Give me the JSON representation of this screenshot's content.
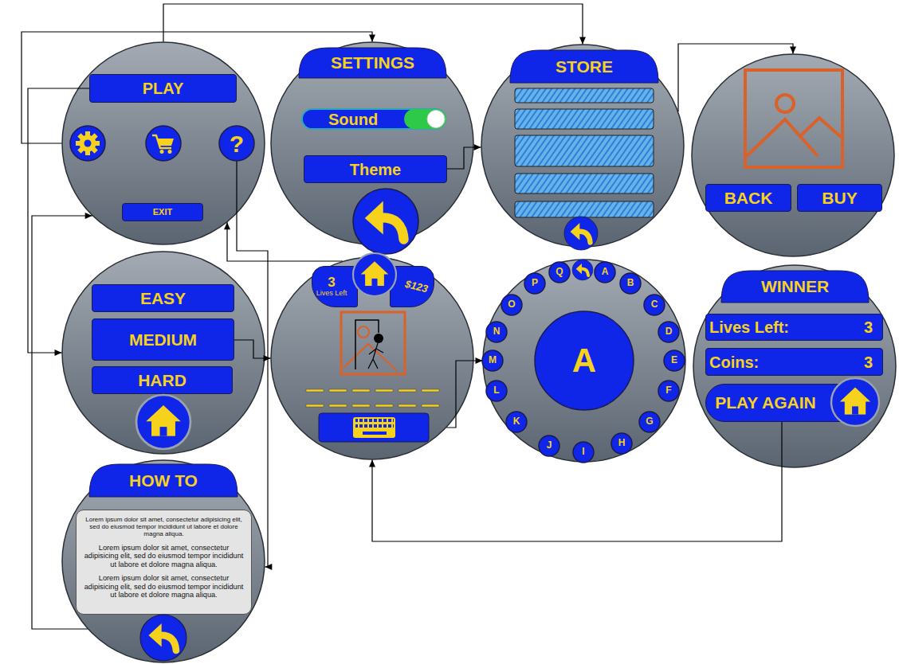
{
  "diagram": {
    "nodes": [
      {
        "text": []
      },
      {
        "text": [
          "PLAY"
        ],
        "in": 0
      },
      {
        "text": [
          "?"
        ],
        "in": 0
      },
      {
        "text": [
          "EXIT"
        ],
        "in": 0
      },
      {
        "text": [
          "SETTINGS"
        ]
      },
      {
        "text": [
          "Sound"
        ],
        "in": 4
      },
      {
        "text": [
          "Theme"
        ],
        "in": 4
      },
      {
        "text": [
          "STORE"
        ]
      },
      {
        "text": []
      },
      {
        "text": [
          "BACK"
        ],
        "in": 8
      },
      {
        "text": [
          "BUY"
        ],
        "in": 8
      },
      {
        "text": []
      },
      {
        "text": [
          "EASY"
        ],
        "in": 11
      },
      {
        "text": [
          "MEDIUM"
        ],
        "in": 11
      },
      {
        "text": [
          "HARD"
        ],
        "in": 11
      },
      {
        "text": []
      },
      {
        "text": [
          "3",
          "Lives Left"
        ],
        "in": 15
      },
      {
        "text": [
          "$123"
        ],
        "in": 15
      },
      {
        "text": []
      },
      {
        "text": [
          "A"
        ],
        "in": 18
      },
      {
        "text": [
          "A"
        ],
        "in": 18
      },
      {
        "text": [
          "B"
        ],
        "in": 18
      },
      {
        "text": [
          "C"
        ],
        "in": 18
      },
      {
        "text": [
          "D"
        ],
        "in": 18
      },
      {
        "text": [
          "E"
        ],
        "in": 18
      },
      {
        "text": [
          "F"
        ],
        "in": 18
      },
      {
        "text": [
          "G"
        ],
        "in": 18
      },
      {
        "text": [
          "H"
        ],
        "in": 18
      },
      {
        "text": [
          "I"
        ],
        "in": 18
      },
      {
        "text": [
          "J"
        ],
        "in": 18
      },
      {
        "text": [
          "K"
        ],
        "in": 18
      },
      {
        "text": [
          "L"
        ],
        "in": 18
      },
      {
        "text": [
          "M"
        ],
        "in": 18
      },
      {
        "text": [
          "N"
        ],
        "in": 18
      },
      {
        "text": [
          "O"
        ],
        "in": 18
      },
      {
        "text": [
          "P"
        ],
        "in": 18
      },
      {
        "text": [
          "Q"
        ],
        "in": 18
      },
      {
        "text": [
          "WINNER"
        ]
      },
      {
        "text": [
          "Lives Left:",
          "3"
        ],
        "in": 37
      },
      {
        "text": [
          "Coins:",
          "3"
        ],
        "in": 37
      },
      {
        "text": [
          "PLAY AGAIN"
        ],
        "in": 37
      },
      {
        "text": [
          "HOW TO"
        ]
      },
      {
        "text": [
          "Lorem ipsum dolor sit amet, consectetur adipisicing elit, sed do eiusmod tempor incididunt ut labore et dolore magna aliqua.",
          "Lorem ipsum dolor sit amet, consectetur adipisicing elit, sed do eiusmod tempor incididunt ut labore et dolore magna aliqua.",
          "Lorem ipsum dolor sit amet, consectetur adipisicing elit, sed do eiusmod tempor incididunt ut labore et dolore magna aliqua."
        ],
        "in": 41
      }
    ],
    "edges": [
      {
        "from": 1,
        "to": 11,
        "arrow": "to"
      },
      {
        "from": 0,
        "to": 4,
        "arrow": "to"
      },
      {
        "from": 0,
        "to": 7,
        "arrow": "to"
      },
      {
        "from": 2,
        "to": 41,
        "arrow": "to"
      },
      {
        "from": 15,
        "to": 0,
        "arrow": "to"
      },
      {
        "from": 13,
        "to": 15,
        "arrow": "to"
      },
      {
        "from": 6,
        "to": 7,
        "arrow": "to"
      },
      {
        "from": 7,
        "to": 8,
        "arrow": "to"
      },
      {
        "from": 15,
        "to": 18,
        "arrow": "to"
      },
      {
        "from": 40,
        "to": 15,
        "arrow": "to"
      },
      {
        "from": 41,
        "to": 0,
        "arrow": "to"
      }
    ]
  }
}
